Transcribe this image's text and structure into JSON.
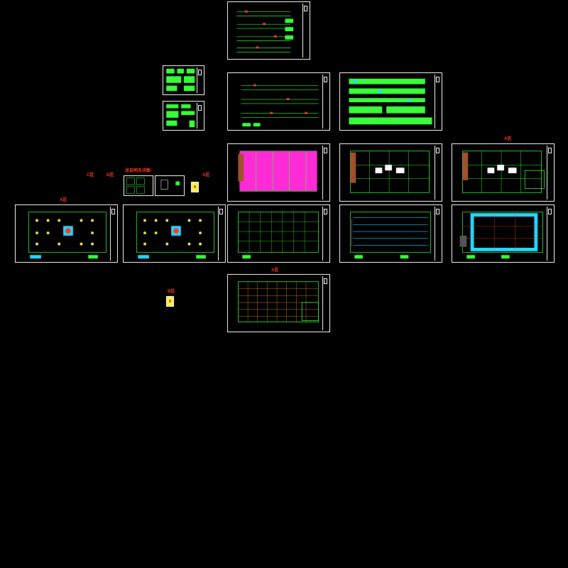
{
  "canvas": {
    "background": "#000000",
    "colors": {
      "frame": "#ffffff",
      "grid": "#39ff3a",
      "accent_red": "#ff3b1f",
      "accent_magenta": "#ff2bd6",
      "accent_cyan": "#26d9ff",
      "accent_yellow": "#ffee58"
    }
  },
  "labels": {
    "zone_a_1": "A区",
    "zone_a_2": "A区",
    "zone_a_3": "A区",
    "zone_a_4": "A区",
    "zone_b": "B区",
    "zone_c": "C区",
    "zone_d": "D区",
    "detail_heading": "总说明及详图"
  },
  "sheets": [
    {
      "name": "sheet-elevations",
      "kind": "elevation"
    },
    {
      "name": "sheet-notes-small-1",
      "kind": "notes"
    },
    {
      "name": "sheet-notes-small-2",
      "kind": "notes"
    },
    {
      "name": "sheet-sections",
      "kind": "section"
    },
    {
      "name": "sheet-details",
      "kind": "details"
    },
    {
      "name": "sheet-plan-magenta",
      "kind": "plan"
    },
    {
      "name": "sheet-plan-beams-1",
      "kind": "plan"
    },
    {
      "name": "sheet-plan-beams-2",
      "kind": "plan"
    },
    {
      "name": "sheet-plan-columns-1",
      "kind": "plan"
    },
    {
      "name": "sheet-plan-columns-2",
      "kind": "plan"
    },
    {
      "name": "sheet-plan-grid",
      "kind": "plan"
    },
    {
      "name": "sheet-plan-slab",
      "kind": "plan"
    },
    {
      "name": "sheet-plan-roof",
      "kind": "plan"
    },
    {
      "name": "sheet-plan-foundation",
      "kind": "plan"
    }
  ]
}
